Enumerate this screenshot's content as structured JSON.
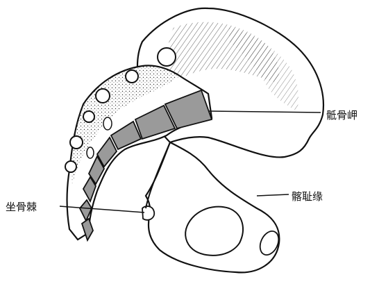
{
  "labels": {
    "sacral_promontory": "骶骨岬",
    "iliopectineal_line": "髂耻缘",
    "ischial_spine": "坐骨棘"
  },
  "colors": {
    "ink": "#111111",
    "sacrum_fill": "#9a9a9a",
    "paper": "#ffffff"
  }
}
